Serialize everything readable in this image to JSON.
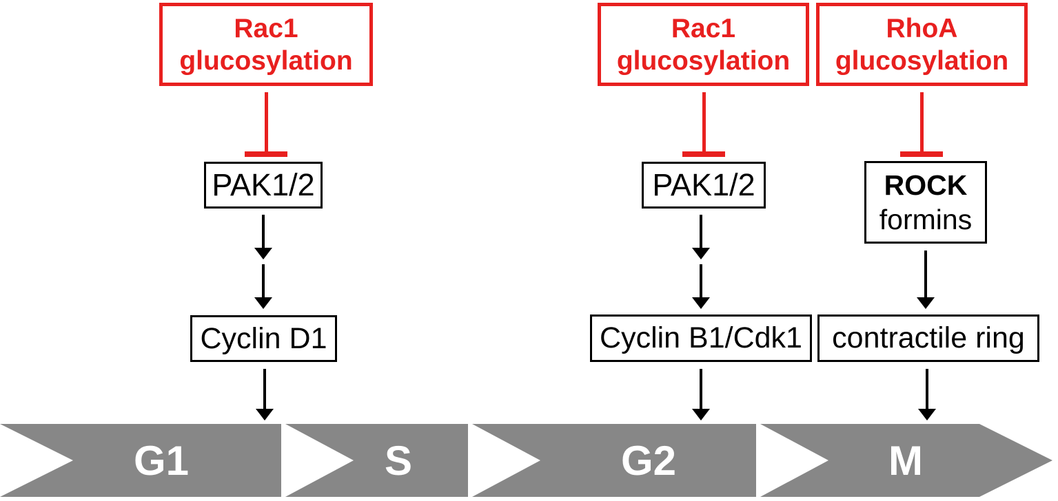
{
  "colors": {
    "accent_red": "#e8201f",
    "band_gray": "#878787",
    "node_black": "#000000",
    "phase_text_white": "#ffffff"
  },
  "pathways": {
    "g1": {
      "inhibitor": {
        "line1": "Rac1",
        "line2": "glucosylation"
      },
      "kinase": "PAK1/2",
      "effector": "Cyclin D1",
      "phase": "G1"
    },
    "g2": {
      "inhibitor": {
        "line1": "Rac1",
        "line2": "glucosylation"
      },
      "kinase": "PAK1/2",
      "effector": "Cyclin B1/Cdk1",
      "phase": "G2"
    },
    "m": {
      "inhibitor": {
        "line1": "RhoA",
        "line2": "glucosylation"
      },
      "kinase": {
        "line1": "ROCK",
        "line2": "formins"
      },
      "effector": "contractile ring",
      "phase": "M"
    }
  },
  "cell_cycle_band": {
    "phases": [
      "G1",
      "S",
      "G2",
      "M"
    ]
  }
}
